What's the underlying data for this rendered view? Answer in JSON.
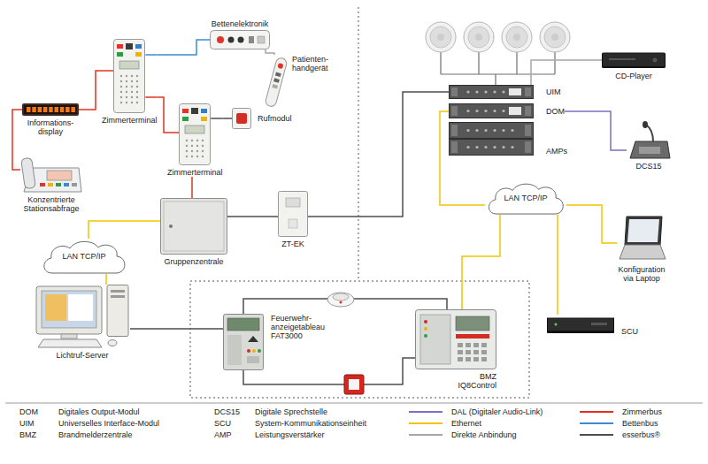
{
  "diagram": {
    "nodes": [
      {
        "text": [
          "Bettenelektronik"
        ]
      },
      {
        "text": [
          "Patienten- handgerät"
        ]
      },
      {
        "text": [
          "Zimmerterminal"
        ]
      },
      {
        "text": [
          "Informations- display"
        ]
      },
      {
        "text": [
          "Zimmerterminal"
        ]
      },
      {
        "text": [
          "Rufmodul"
        ]
      },
      {
        "text": [
          "Konzentrierte Stationsabfrage"
        ]
      },
      {
        "text": [
          "Gruppenzentrale"
        ]
      },
      {
        "text": [
          "ZT-EK"
        ]
      },
      {
        "text": [
          "LAN TCP/IP"
        ]
      },
      {
        "text": [
          "Lichtruf-Server"
        ]
      },
      {
        "text": [
          "Feuerwehr- anzeigetableau FAT3000"
        ]
      },
      {
        "text": [
          "BMZ IQ8Control"
        ]
      },
      {
        "text": [
          "UIM"
        ]
      },
      {
        "text": [
          "DOM"
        ]
      },
      {
        "text": [
          "AMPs"
        ]
      },
      {
        "text": [
          "CD-Player"
        ]
      },
      {
        "text": [
          "DCS15"
        ]
      },
      {
        "text": [
          "LAN TCP/IP"
        ]
      },
      {
        "text": [
          "Konfiguration via Laptop"
        ]
      },
      {
        "text": [
          "SCU"
        ]
      }
    ],
    "edges": [
      {
        "from": 2,
        "to": 0,
        "arrow": "none"
      },
      {
        "from": 0,
        "to": 1,
        "arrow": "none"
      },
      {
        "from": 3,
        "to": 2,
        "arrow": "none"
      },
      {
        "from": 3,
        "to": 6,
        "arrow": "none"
      },
      {
        "from": 2,
        "to": 4,
        "arrow": "none"
      },
      {
        "from": 4,
        "to": 5,
        "arrow": "none"
      },
      {
        "from": 4,
        "to": 7,
        "arrow": "none"
      },
      {
        "from": 7,
        "to": 8,
        "arrow": "none"
      },
      {
        "from": 7,
        "to": 9,
        "arrow": "none"
      },
      {
        "from": 9,
        "to": 10,
        "arrow": "none"
      },
      {
        "from": 10,
        "to": 11,
        "arrow": "none"
      },
      {
        "from": 11,
        "to": 12,
        "arrow": "none"
      },
      {
        "from": 11,
        "to": 12,
        "arrow": "none"
      },
      {
        "from": 8,
        "to": 13,
        "arrow": "none"
      },
      {
        "from": 16,
        "to": 13,
        "arrow": "none"
      },
      {
        "from": 17,
        "to": 14,
        "arrow": "none"
      },
      {
        "from": 14,
        "to": 18,
        "arrow": "none"
      },
      {
        "from": 18,
        "to": 19,
        "arrow": "none"
      },
      {
        "from": 18,
        "to": 20,
        "arrow": "none"
      },
      {
        "from": 18,
        "to": 12,
        "arrow": "none"
      }
    ],
    "labels": [
      "DOM",
      "Digitales Output-Modul",
      "UIM",
      "Universelles Interface-Modul",
      "BMZ",
      "Brandmelderzentrale",
      "DCS15",
      "Digitale Sprechstelle",
      "SCU",
      "System-Kommunikationseinheit",
      "AMP",
      "Leistungsverstärker"
    ],
    "legend": [
      {
        "text": "DAL (Digitaler Audio-Link)",
        "color": "#7b6fc6"
      },
      {
        "text": "Ethernet",
        "color": "#f2c300"
      },
      {
        "text": "Direkte Anbindung",
        "color": "#a6a6a6"
      },
      {
        "text": "Zimmerbus",
        "color": "#e0321f"
      },
      {
        "text": "Bettenbus",
        "color": "#3b8ad8"
      },
      {
        "text": "esserbus®",
        "color": "#4d4d4d"
      }
    ]
  }
}
